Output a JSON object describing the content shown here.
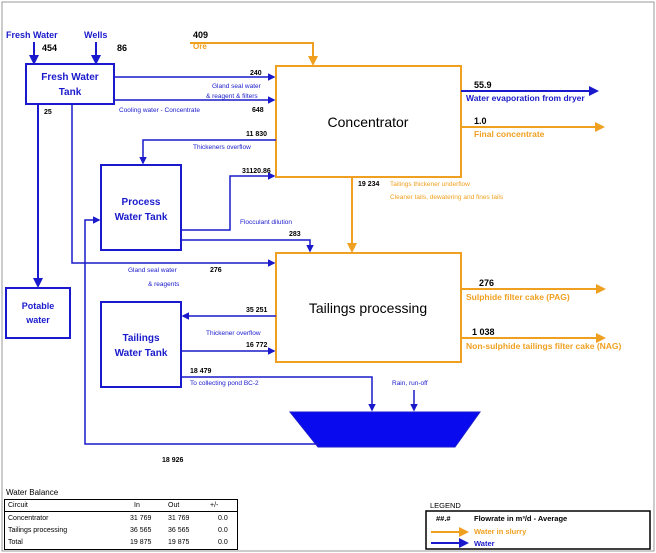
{
  "colors": {
    "water": "#1a1acc",
    "slurry": "#f0a020",
    "text": "#000000"
  },
  "nodes": {
    "fresh_water_tank": [
      "Fresh Water",
      "Tank"
    ],
    "process_water_tank": [
      "Process",
      "Water Tank"
    ],
    "tailings_water_tank": [
      "Tailings",
      "Water Tank"
    ],
    "potable_water": [
      "Potable",
      "water"
    ],
    "concentrator": "Concentrator",
    "tailings_processing": "Tailings processing"
  },
  "sources": {
    "fresh_water": {
      "label": "Fresh Water",
      "value": "454"
    },
    "wells": {
      "label": "Wells",
      "value": "86"
    },
    "ore": {
      "label": "Ore",
      "value": "409"
    }
  },
  "outputs": {
    "evaporation": {
      "label": "Water evaporation from dryer",
      "value": "55.9"
    },
    "final_concentrate": {
      "label": "Final concentrate",
      "value": "1.0"
    },
    "sulphide_cake": {
      "label": "Sulphide filter cake (PAG)",
      "value": "276"
    },
    "non_sulphide_cake": {
      "label": "Non-sulphide tailings filter cake (NAG)",
      "value": "1 038"
    }
  },
  "flows": {
    "gland_seal_1": {
      "value": "240",
      "label_1": "Gland seal water",
      "label_2": "& reagent & filters"
    },
    "cooling_water": {
      "value": "648",
      "label": "Cooling water - Concentrate"
    },
    "potable": {
      "value": "25"
    },
    "thickeners_overflow_1": {
      "value": "11 830",
      "label": "Thickeners overflow"
    },
    "process_to_concentrator": {
      "value": "31120.86"
    },
    "tailings_underflow": {
      "value": "19 234",
      "label_1": "Tailings thickener underflow",
      "label_2": "Cleaner tails, dewatering and fines tails"
    },
    "flocculant": {
      "value": "283",
      "label": "Flocculant dilution"
    },
    "gland_seal_2": {
      "value": "276",
      "label_1": "Gland seal water",
      "label_2": "& reagents"
    },
    "thickener_overflow_2": {
      "value": "35 251",
      "label": "Thickener overflow"
    },
    "tailings_to_processing": {
      "value": "16 772"
    },
    "to_pond": {
      "value": "18 479",
      "label": "To collecting pond BC-2"
    },
    "rain": {
      "label": "Rain, run-off"
    },
    "pond_return": {
      "value": "18 926"
    }
  },
  "water_balance": {
    "title": "Water Balance",
    "headers": [
      "Circuit",
      "In",
      "Out",
      "+/-"
    ],
    "rows": [
      [
        "Concentrator",
        "31 769",
        "31 769",
        "0.0"
      ],
      [
        "Tailings processing",
        "36 565",
        "36 565",
        "0.0"
      ],
      [
        "Total",
        "19 875",
        "19 875",
        "0.0"
      ]
    ]
  },
  "legend": {
    "title": "LEGEND",
    "symbol": "##.#",
    "flowrate": "Flowrate in m³/d - Average",
    "slurry": "Water in slurry",
    "water": "Water"
  }
}
